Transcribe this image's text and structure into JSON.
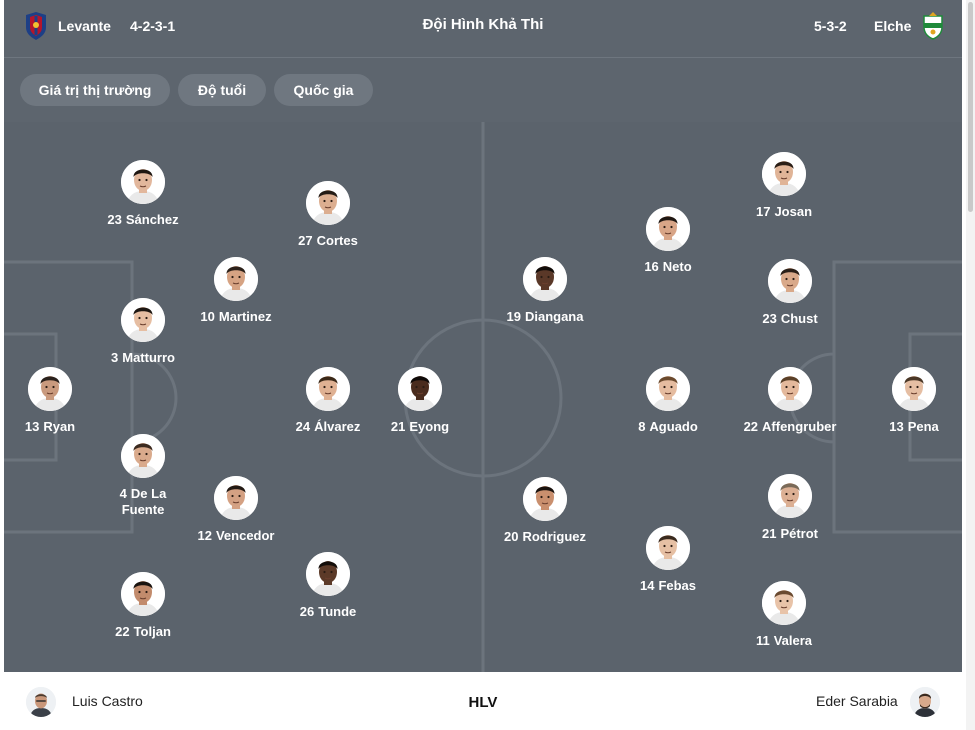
{
  "header": {
    "title": "Đội Hình Khả Thi",
    "home": {
      "name": "Levante",
      "formation": "4-2-3-1"
    },
    "away": {
      "name": "Elche",
      "formation": "5-3-2"
    }
  },
  "filters": [
    {
      "label": "Giá trị thị trường"
    },
    {
      "label": "Độ tuổi"
    },
    {
      "label": "Quốc gia"
    }
  ],
  "home_players": [
    {
      "number": "13",
      "name": "Ryan",
      "skin": "#c99a7e",
      "hair": "#2a211c"
    },
    {
      "number": "23",
      "name": "Sánchez",
      "skin": "#e2b79c",
      "hair": "#1f1712"
    },
    {
      "number": "3",
      "name": "Matturro",
      "skin": "#e6bea2",
      "hair": "#1d1611"
    },
    {
      "number": "4",
      "name": "De La Fuente",
      "skin": "#d9aa8c",
      "hair": "#3b2a1f"
    },
    {
      "number": "22",
      "name": "Toljan",
      "skin": "#c28b6c",
      "hair": "#1a1410"
    },
    {
      "number": "10",
      "name": "Martinez",
      "skin": "#d6a383",
      "hair": "#2c211a"
    },
    {
      "number": "12",
      "name": "Vencedor",
      "skin": "#d4a183",
      "hair": "#231a14"
    },
    {
      "number": "27",
      "name": "Cortes",
      "skin": "#dcae90",
      "hair": "#241b15"
    },
    {
      "number": "24",
      "name": "Álvarez",
      "skin": "#dfb193",
      "hair": "#3a2818"
    },
    {
      "number": "26",
      "name": "Tunde",
      "skin": "#5c3a28",
      "hair": "#140e0a"
    },
    {
      "number": "21",
      "name": "Eyong",
      "skin": "#4a2c1e",
      "hair": "#0f0a08"
    }
  ],
  "away_players": [
    {
      "number": "13",
      "name": "Pena",
      "skin": "#e5bea3",
      "hair": "#4a3726"
    },
    {
      "number": "17",
      "name": "Josan",
      "skin": "#e0b497",
      "hair": "#2a1e16"
    },
    {
      "number": "23",
      "name": "Chust",
      "skin": "#d9a98a",
      "hair": "#2a1f18"
    },
    {
      "number": "22",
      "name": "Affengruber",
      "skin": "#e4b99c",
      "hair": "#5a4028"
    },
    {
      "number": "21",
      "name": "Pétrot",
      "skin": "#dcb094",
      "hair": "#7a6a58"
    },
    {
      "number": "11",
      "name": "Valera",
      "skin": "#e8c3a8",
      "hair": "#6a4a30"
    },
    {
      "number": "16",
      "name": "Neto",
      "skin": "#d8a587",
      "hair": "#1f1712"
    },
    {
      "number": "8",
      "name": "Aguado",
      "skin": "#e5bca0",
      "hair": "#6b4a2e"
    },
    {
      "number": "14",
      "name": "Febas",
      "skin": "#e6c0a4",
      "hair": "#3a2a1e"
    },
    {
      "number": "19",
      "name": "Diangana",
      "skin": "#5a3828",
      "hair": "#120c09"
    },
    {
      "number": "20",
      "name": "Rodriguez",
      "skin": "#c98f6e",
      "hair": "#1a120e"
    }
  ],
  "coaches": {
    "label": "HLV",
    "home": "Luis Castro",
    "away": "Eder Sarabia"
  },
  "colors": {
    "bar": "#5d656e",
    "pitch": "#5b636c",
    "pitch_lines": "#6c747d",
    "chip": "#6f7780",
    "levante_red": "#b5152b",
    "levante_blue": "#1d3f86",
    "elche_green": "#1f8a3a"
  }
}
